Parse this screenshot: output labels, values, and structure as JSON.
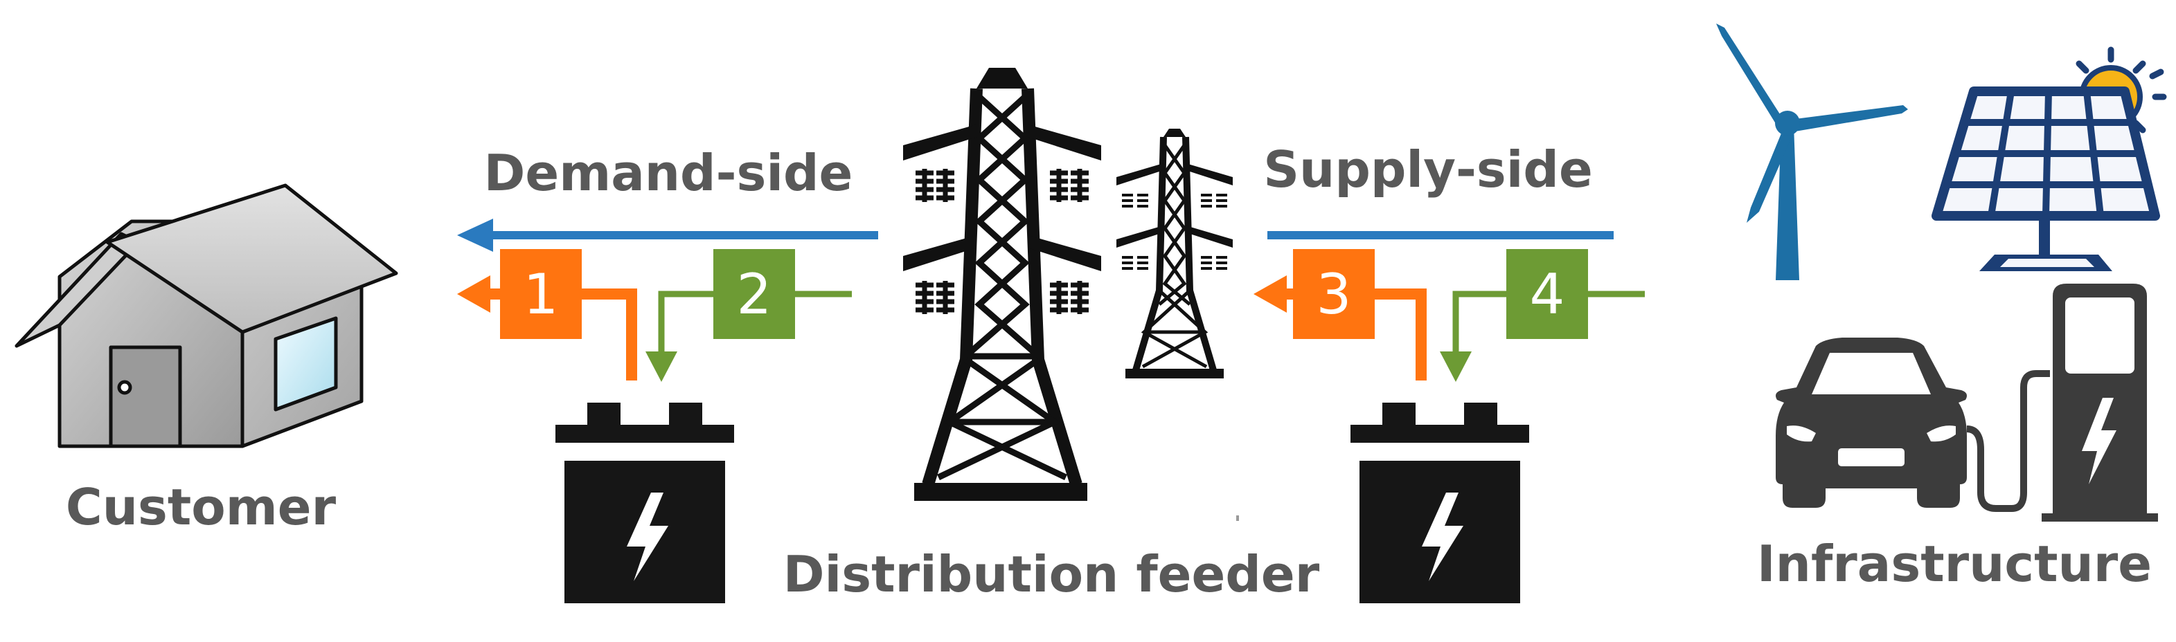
{
  "labels": {
    "customer": "Customer",
    "demand_side": "Demand-side",
    "supply_side": "Supply-side",
    "distribution_feeder": "Distribution feeder",
    "infrastructure": "Infrastructure"
  },
  "boxes": [
    {
      "number": "1",
      "color": "#ff7410"
    },
    {
      "number": "2",
      "color": "#6d9b34"
    },
    {
      "number": "3",
      "color": "#ff7410"
    },
    {
      "number": "4",
      "color": "#6d9b34"
    }
  ],
  "colors": {
    "flow_arrow": "#2a7abf",
    "orange": "#ff7410",
    "green": "#6d9b34",
    "label_gray": "#595959",
    "tower": "#111111",
    "battery": "#161616",
    "ev": "#3c3c3c",
    "wind_turbine": "#1d6fa5",
    "solar_panel": "#1c3e75",
    "sun": "#f6b417"
  },
  "icons": [
    "house-icon",
    "battery-icon",
    "transmission-tower-icon",
    "wind-turbine-icon",
    "solar-panel-icon",
    "sun-icon",
    "electric-car-icon",
    "charging-station-icon"
  ]
}
